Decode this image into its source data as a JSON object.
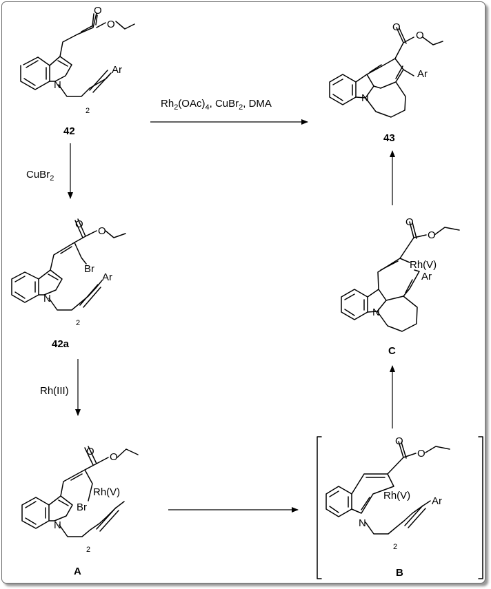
{
  "atoms": {
    "O": "O",
    "N": "N",
    "Ar": "Ar",
    "Br": "Br",
    "Rh": "Rh(V)"
  },
  "chain_subscript": "2",
  "compounds": {
    "c42": "42",
    "c42a": "42a",
    "cA": "A",
    "cB": "B",
    "cC": "C",
    "c43": "43"
  },
  "conditions": {
    "top": {
      "a": "Rh",
      "a_sub": "2",
      "b": "(OAc)",
      "b_sub": "4",
      "c": ", CuBr",
      "c_sub": "2",
      "d": ", DMA"
    },
    "left1": {
      "a": "CuBr",
      "a_sub": "2"
    },
    "left2": "Rh(III)"
  }
}
